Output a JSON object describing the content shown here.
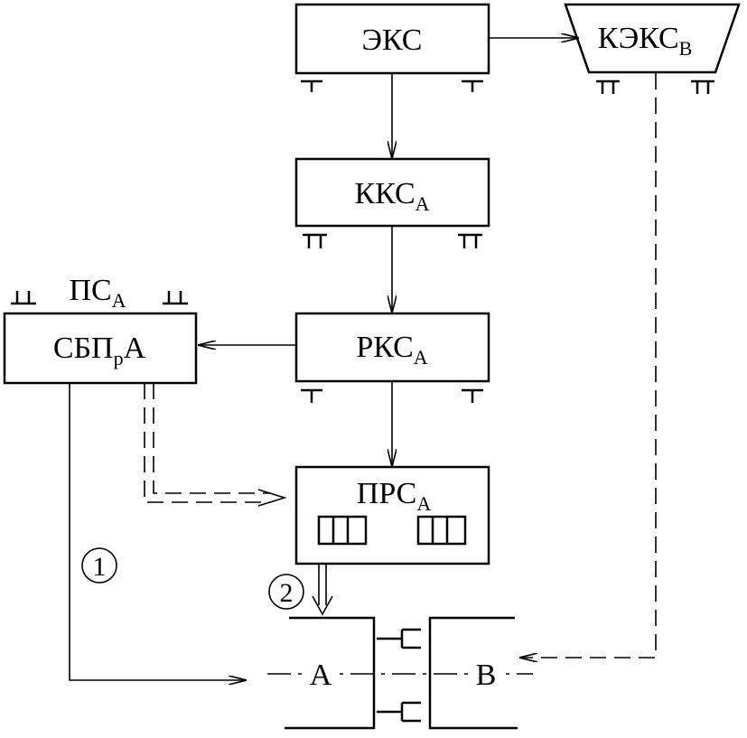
{
  "blocks": {
    "eks": {
      "label": "ЭКС",
      "sub": ""
    },
    "keks": {
      "label": "КЭКС",
      "sub": "В"
    },
    "kks": {
      "label": "ККС",
      "sub": "А"
    },
    "rks": {
      "label": "РКС",
      "sub": "А"
    },
    "prs": {
      "label": "ПРС",
      "sub": "А"
    },
    "sbp": {
      "label": "СБП",
      "sub": "р",
      "tail": "А"
    },
    "ps": {
      "label": "ПС",
      "sub": "А"
    }
  },
  "markers": {
    "one": "1",
    "two": "2"
  },
  "sides": {
    "a": "А",
    "b": "В"
  }
}
